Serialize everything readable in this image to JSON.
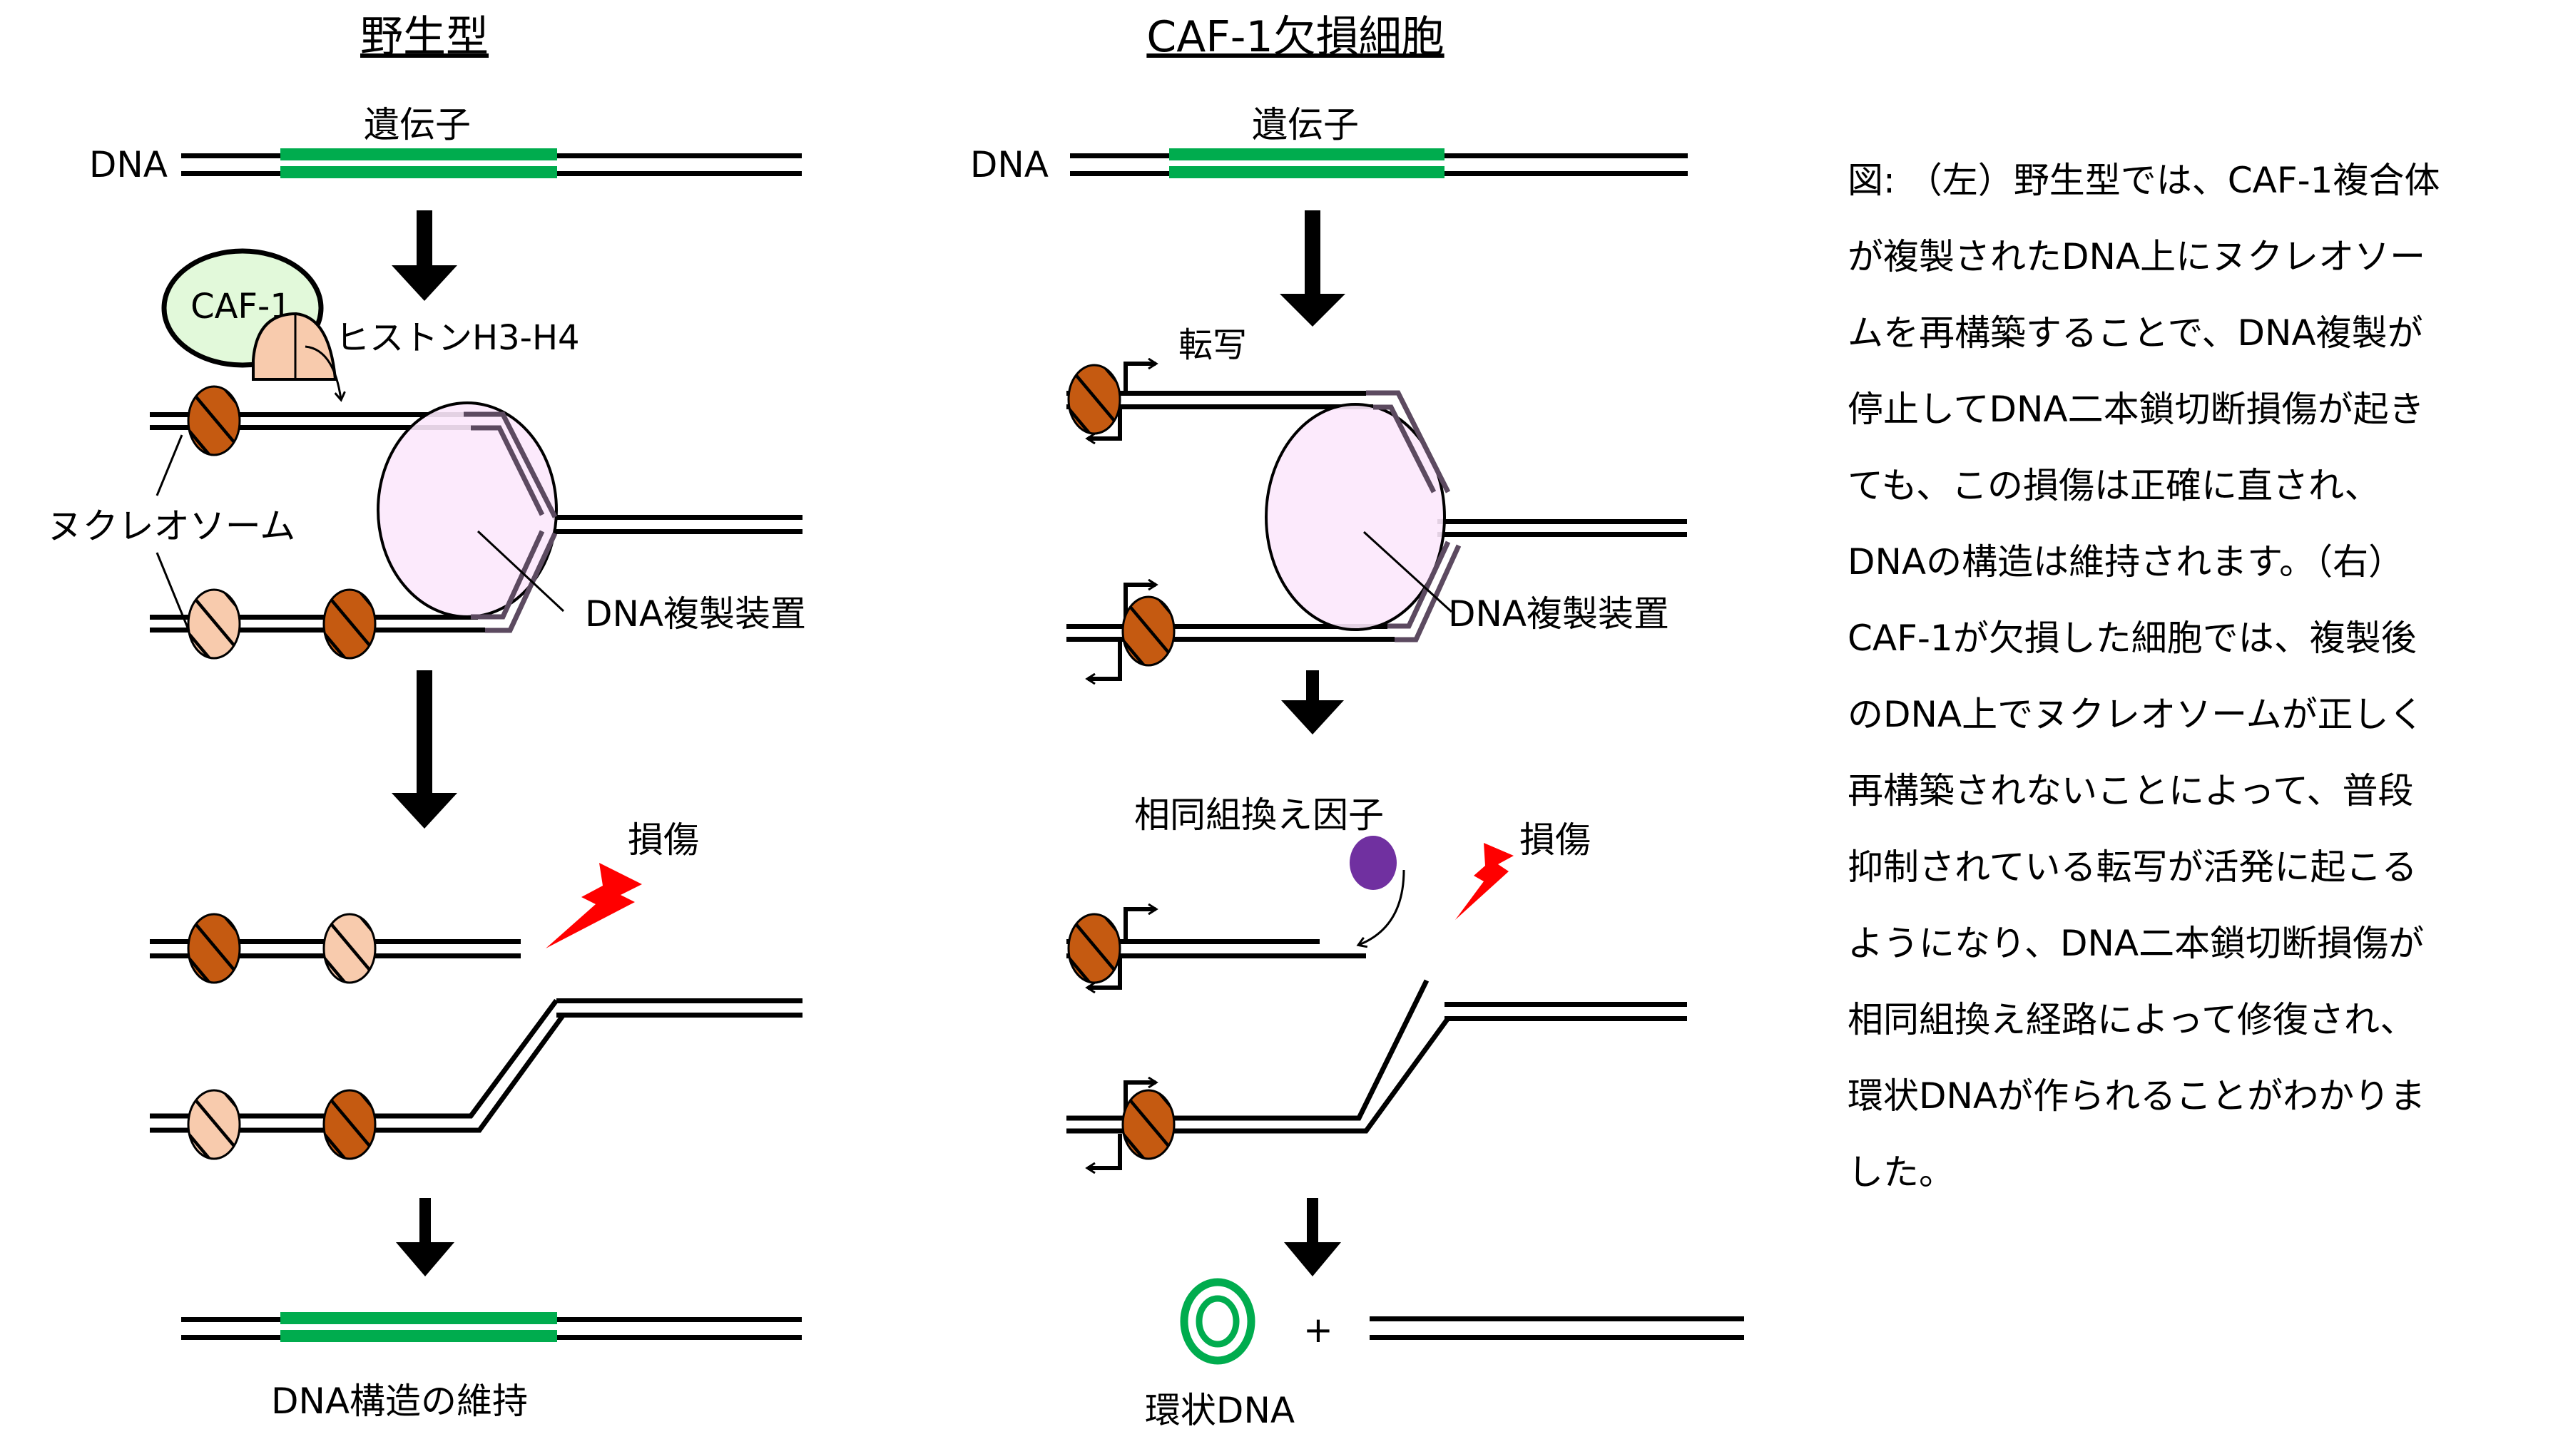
{
  "left_panel": {
    "title": "野生型",
    "dna_label": "DNA",
    "gene_label": "遺伝子",
    "caf1_label": "CAF-1",
    "histone_label": "ヒストンH3-H4",
    "nucleosome_label": "ヌクレオソーム",
    "replisome_label": "DNA複製装置",
    "damage_label": "損傷",
    "result_label": "DNA構造の維持"
  },
  "right_panel": {
    "title": "CAF-1欠損細胞",
    "dna_label": "DNA",
    "gene_label": "遺伝子",
    "transcription_label": "転写",
    "replisome_label": "DNA複製装置",
    "hr_factor_label": "相同組換え因子",
    "damage_label": "損傷",
    "plus_sign": "+",
    "result_label": "環状DNA"
  },
  "caption": {
    "lines": [
      "図: （左）野生型では、CAF-1複合体",
      "が複製されたDNA上にヌクレオソー",
      "ムを再構築することで、DNA複製が",
      "停止してDNA二本鎖切断損傷が起き",
      "ても、この損傷は正確に直され、",
      "DNAの構造は維持されます。（右）",
      "CAF-1が欠損した細胞では、複製後",
      "のDNA上でヌクレオソームが正しく",
      "再構築されないことによって、普段",
      "抑制されている転写が活発に起こる",
      "ようになり、DNA二本鎖切断損傷が",
      "相同組換え経路によって修復され、",
      "環状DNAが作られることがわかりま",
      "した。"
    ]
  },
  "colors": {
    "gene_green": "#00AC4E",
    "nucleosome_dark": "#C55A11",
    "nucleosome_light": "#F8CBAD",
    "caf1_fill": "#E2F9DA",
    "replisome_fill": "#FCE8FC",
    "replisome_strand": "#5C4A60",
    "hr_factor": "#7030A0",
    "damage_red": "#FF0000"
  }
}
